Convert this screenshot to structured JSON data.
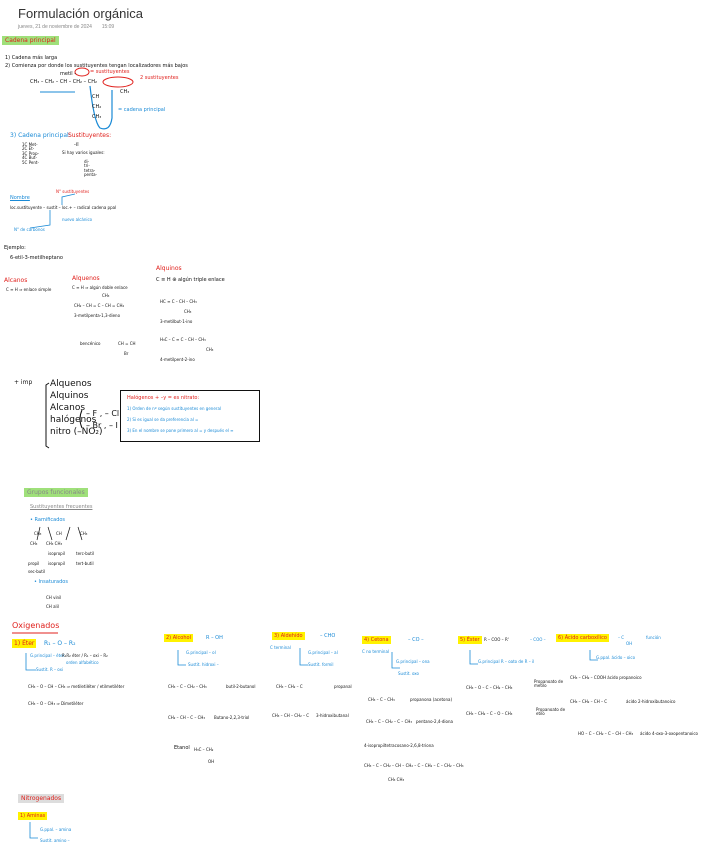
{
  "page": {
    "title": "Formulación orgánica",
    "date": "jueves, 21 de noviembre de 2024",
    "time": "15:09"
  },
  "sec_cadena": {
    "heading": "Cadena principal",
    "rule1": "1) Cadena más larga",
    "rule2": "2) Comienza por donde los sustituyentes tengan localizadores más bajos",
    "metil1": "metil -",
    "metil2": "metil",
    "sustit_note": "= sustituyentes",
    "chain_main": "CH₃ – CH₂ – CH – CH₂ – CH₂",
    "ch3_top": "CH₃",
    "ch_branch1": "CH",
    "ch_branch2": "CH₂",
    "ch_branch3": "CH₃",
    "ch3_right": "CH₃",
    "arrow_label": "→",
    "arrow_note": "2 sustituyentes",
    "main_note": "= cadena principal",
    "rule3": "3) Cadena principal:",
    "sustituyentes": "Sustituyentes:",
    "prefixes": [
      "1C  Met-",
      "2C  Et-",
      "3C  Prop-",
      "4C  But-",
      "5C  Pent-"
    ],
    "suffix_il": "-il",
    "equal_note": "Si hay varios iguales:",
    "multipliers": [
      "di-",
      "tri-",
      "tetra-",
      "penta-"
    ]
  },
  "sec_nombre": {
    "label": "Nombre",
    "n_sust": "N° sustituyentes",
    "formula": "loc.sustituyente – sustit – loc.+ – radical cadena ppal",
    "n_c": "N° de carbonos",
    "nuevo": "nuevo alcánico",
    "ejemplo": "Ejemplo:",
    "ejemplo_val": "6-etil-3-metilheptano"
  },
  "sec_enlaces": {
    "alcanos": "Alcanos",
    "alcanos_rule": "C ≡ H  ⇒ enlace simple",
    "alquenos": "Alquenos",
    "alquenos_rule": "C ≡ H ⇒ algún doble enlace",
    "alquenos_ch3": "CH₃",
    "alquenos_chain": "CH₂ – CH = C – CH = CH₂",
    "alquenos_name": "3-metilpenta-1,3-dieno",
    "benceno": "bencénico",
    "benceno_f": "CH = CH",
    "benceno_br": "Br",
    "alquinos": "Alquinos",
    "alquinos_rule": "C ≡ H  ⊕ algún triple enlace",
    "alquinos_f1": "HC ≡ C – CH – CH₃",
    "alquinos_f1b": "CH₃",
    "alquinos_n1": "3-metilbut-1-ino",
    "alquinos_f2": "H₃C – C ≡ C – CH – CH₃",
    "alquinos_f2b": "CH₃",
    "alquinos_n2": "4-metilpent-2-ino"
  },
  "sec_prioridad": {
    "imp": "+ imp",
    "list": [
      "Alquenos",
      "Alquinos",
      "Alcanos",
      "halógenos",
      "nitro (–NO₂)"
    ],
    "hal1": "– F , – Cl",
    "hal2": "– Br , – I",
    "box_title": "Halógenos + –y = es nitrato:",
    "box_items": [
      "1) Orden de nº según sustituyentes en general",
      "2) Si es igual se da preferencia al =",
      "3) En el nombre se pone primero al = y después el ≡"
    ]
  },
  "sec_funcionales": {
    "heading": "Grupos funcionales",
    "sub": "Sustituyentes frecuentes",
    "ramif": "• Ramificados",
    "r_cols": [
      "CH₃",
      "CH",
      "CH₃"
    ],
    "r_names": [
      "propil",
      "isopropil",
      "sec-butil",
      "tert-butil"
    ],
    "r_rows": [
      "CH₃",
      "CH₃ CH₃",
      "isopropil",
      "terc-butil"
    ],
    "insat": "• Insaturados",
    "insat_items": [
      "CH vinil",
      "CH alil"
    ]
  },
  "sec_oxigenados": {
    "heading": "Oxigenados",
    "eter_title": "1) Éter",
    "eter_formula": "R₁ – O – R₂",
    "eter_gp": "G.principal – éter",
    "eter_gp_r": "R₁R₂ éter / R₁ – oxi – R₂",
    "eter_gp_note": "orden alfabético",
    "eter_sust": "Sustit. R – oxi",
    "eter_ex1": "CH₃ – O – CH – CH₃ ⇒ metiletiléter / etilmetiléter",
    "eter_ex2": "CH₃ – O – CH₃ ⇒ Dimetiléter",
    "alc_title": "2) Alcohol",
    "alc_formula": "R – OH",
    "alc_gp": "G.principal – ol",
    "alc_sust": "Sustit. hidroxi –",
    "alc_ex1": "CH₃ – C – CH₂ – CH₃",
    "alc_ex1n": "butil-2-butanol",
    "alc_ex2": "CH₂ – CH – C – CH₃",
    "alc_ex2n": "Butano-2,2,3-triol",
    "alc_etanol": "Etanol",
    "alc_etanol_f": "H₃C – CH₂",
    "alc_oh": "OH",
    "ald_title": "3) Aldehído",
    "ald_formula": "– CHO",
    "ald_cterm": "C terminal",
    "ald_gp": "G.principal – al",
    "ald_sust": "Sustit. formil",
    "ald_ex1": "CH₃ – CH₂ – C",
    "ald_ex1n": "propanal",
    "ald_ex2": "CH₃ – CH – CH₂ – C",
    "ald_ex2n": "3-hidroxibutanal",
    "cet_title": "4) Cetona",
    "cet_formula": "– CO –",
    "cet_cint": "C no terminal",
    "cet_gp": "G.principal – ona",
    "cet_sust": "Sustit. oxo",
    "cet_ex1": "CH₃ – C – CH₃",
    "cet_ex1n": "propanona (acetona)",
    "cet_ex2": "CH₃ – C – CH₂ – C – CH₃",
    "cet_ex2n": "pentano-2,4-diona",
    "cet_ex3n": "4-isopropiltetracosano-2,6,8-triona",
    "cet_ex3": "CH₃ – C – CH₂ – CH – CH₂ – C – CH₂ – C – CH₂ – CH₃",
    "cet_ex3b": "CH₃ CH₃",
    "est_title": "5) Éster",
    "est_formula": "R – COO – R'",
    "est_formula2": "– COO –",
    "est_gp": "G.principal R – oato de R – il",
    "est_ex1": "CH₃ – O – C – CH₂ – CH₃",
    "est_ex1n": "Propanoato de metilo",
    "est_ex2": "CH₃ – CH₂ – C – O – CH₃",
    "est_ex2n": "Propanoato de etilo",
    "acid_title": "6) Ácido carboxílico",
    "acid_formula": "– C",
    "acid_oh": "OH",
    "acid_fun": "función",
    "acid_gp": "G.ppal. ácido – oico",
    "acid_ex1": "CH₃ – CH₂ – COOH ácido propanoico",
    "acid_ex2": "CH₃ – CH₂ – CH – C",
    "acid_ex2n": "ácido 2-hidroxibutanoico",
    "acid_ex3": "HO – C – CH₂ – C – CH – CH₃",
    "acid_ex3n": "ácido 4-oxo-3-oxopentanoico"
  },
  "sec_nitrogenados": {
    "heading": "Nitrogenados",
    "amina": "1) Aminas",
    "gp": "G.ppal. – amina",
    "sust": "Sustit. amino –"
  }
}
